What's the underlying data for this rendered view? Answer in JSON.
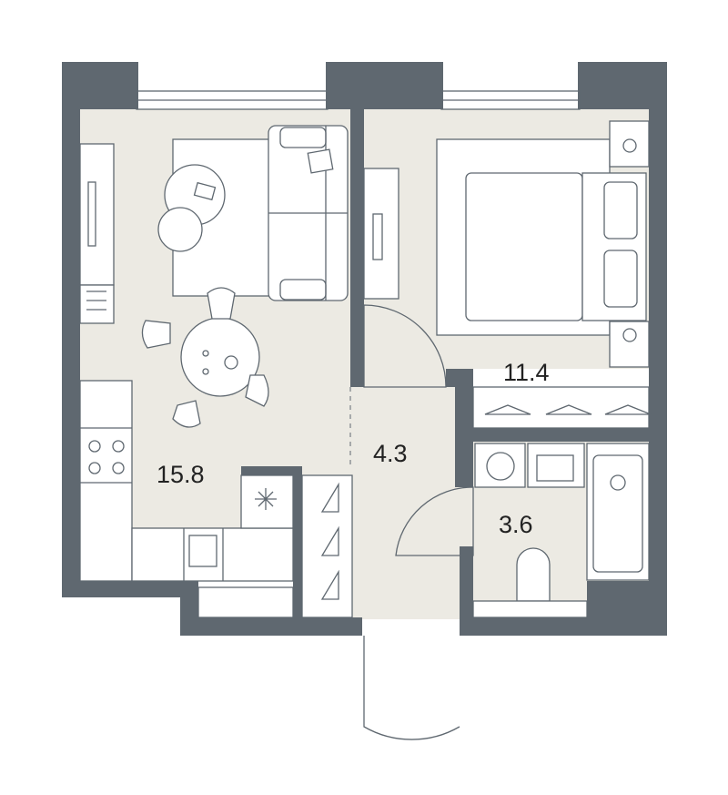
{
  "plan": {
    "rooms": [
      {
        "name": "living-kitchen",
        "area": "15.8"
      },
      {
        "name": "hallway",
        "area": "4.3"
      },
      {
        "name": "bedroom",
        "area": "11.4"
      },
      {
        "name": "bathroom",
        "area": "3.6"
      }
    ],
    "colors": {
      "wall": "#5f6870",
      "floor": "#eceae3",
      "furniture": "#ffffff"
    }
  }
}
